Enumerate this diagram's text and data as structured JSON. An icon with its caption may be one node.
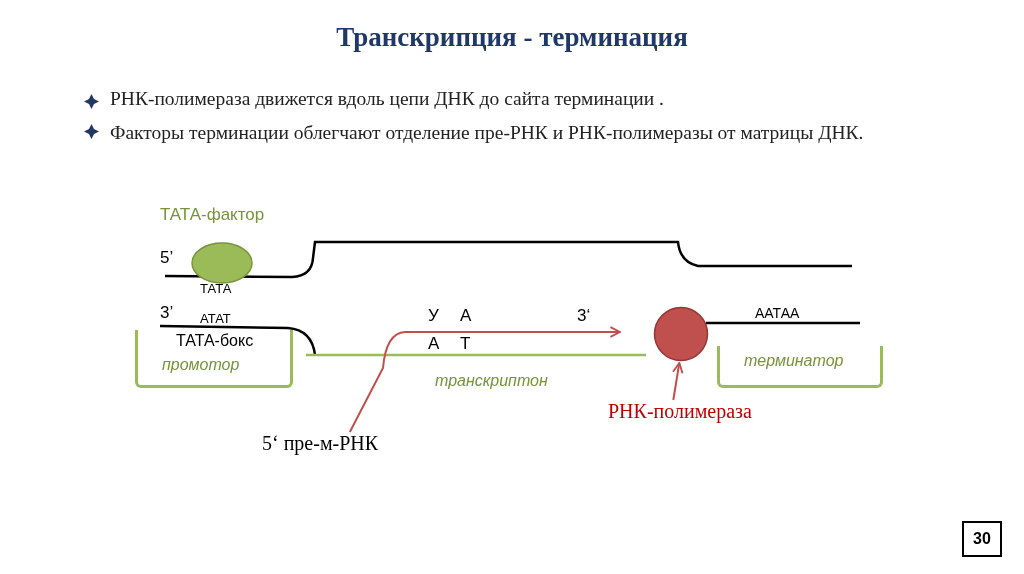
{
  "diagram": {
    "title": "Транскрипция - терминация",
    "nodes": [
      {
        "text": [
          "ТАТА-фактор"
        ]
      },
      {
        "text": [
          "ТАТА-бокс",
          "промотор"
        ]
      },
      {
        "text": [],
        "shape": "circle"
      },
      {
        "text": [
          "терминатор"
        ]
      },
      {
        "text": [
          "РНК-полимераза"
        ]
      },
      {
        "text": [
          "5‘ пре-м-РНК"
        ]
      }
    ],
    "edges": [
      {
        "from": 5,
        "to": null,
        "arrow": "to",
        "color": "#c0504d"
      },
      {
        "from": 4,
        "to": 2,
        "arrow": "to",
        "color": "#c0504d"
      }
    ],
    "labels": [
      "РНК-полимераза движется вдоль цепи ДНК до сайта терминации .",
      "Факторы терминации облегчают отделение пре-РНК и РНК-полимеразы от матрицы ДНК.",
      "5’",
      "ТАТА",
      "3’",
      "АТАТ",
      "У",
      "А",
      "3‘",
      "ААТАА",
      "А",
      "Т",
      "транскриптон",
      "30"
    ]
  }
}
